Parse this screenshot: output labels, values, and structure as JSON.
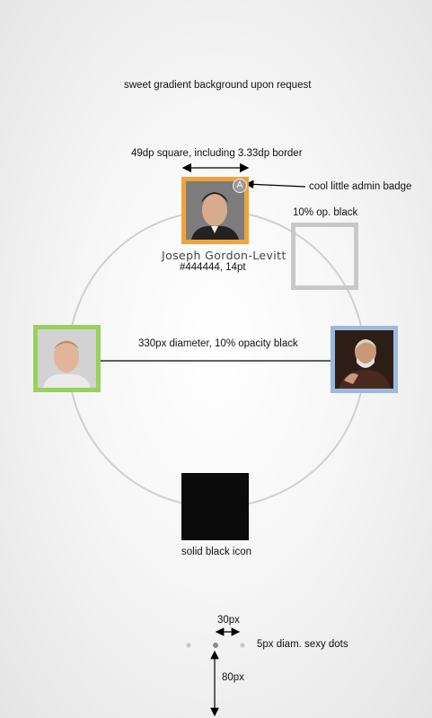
{
  "annotations": {
    "gradient_note": "sweet gradient background upon request",
    "size_note": "49dp square, including 3.33dp border",
    "badge_note": "cool little admin badge",
    "opacity_note": "10% op. black",
    "user_color_note": "#444444, 14pt",
    "diameter_note": "330px diameter, 10% opacity black",
    "solid_note": "solid black icon",
    "spacing_note": "30px",
    "dots_note": "5px diam. sexy dots",
    "bottom_note": "80px"
  },
  "user": {
    "name": "Joseph Gordon-Levitt",
    "badge_letter": "A"
  },
  "colors": {
    "orange_border": "#f0a33a",
    "green_border": "#9bcf5e",
    "blue_border": "#9ab9de",
    "name_text": "#444444",
    "circle": "#cfcfcf",
    "placeholder_border": "#c8c8c8",
    "solid_icon": "#0b0b0b"
  },
  "icons": [
    "admin-badge-icon",
    "avatar-top",
    "avatar-left",
    "avatar-right",
    "placeholder-square",
    "solid-black-icon",
    "page-dot"
  ]
}
